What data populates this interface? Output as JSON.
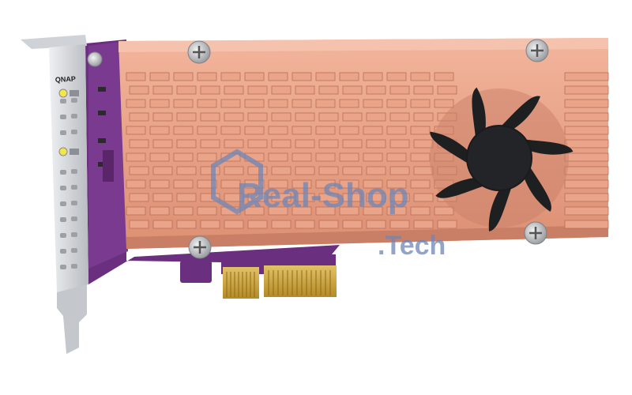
{
  "image": {
    "subject": "pcie-nvme-expansion-card-with-fan",
    "bracket_brand": "QNAP",
    "watermark": {
      "line1": "Real-Shop",
      "line2": ".Tech",
      "color": "#6f86b8"
    }
  },
  "colors": {
    "background": "#ffffff",
    "heatsink": "#e9a48a",
    "heatsink_dark": "#c97f66",
    "pcb": "#6b2f7f",
    "bracket": "#d7d9dc",
    "fan": "#1e1f21",
    "gold": "#c9a23a",
    "led": "#f3e64a"
  },
  "icons": [
    "screw-icon",
    "fan-icon",
    "led-icon"
  ]
}
